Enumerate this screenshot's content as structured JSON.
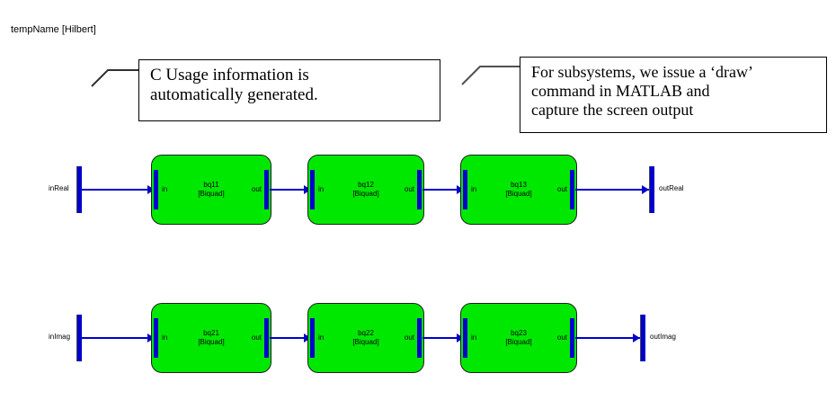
{
  "model": {
    "title": "tempName [Hilbert]"
  },
  "annotations": [
    {
      "id": "c-usage",
      "lines": [
        "C Usage information is",
        "automatically generated."
      ]
    },
    {
      "id": "subsystems",
      "lines": [
        "For subsystems, we issue a ‘draw’",
        "command in MATLAB and",
        "capture the screen output"
      ]
    }
  ],
  "colors": {
    "block_fill": "#00e800",
    "block_border": "#202020",
    "signal": "#0000cc",
    "canvas": "#ffffff",
    "text": "#000000"
  },
  "diagram": {
    "rows": [
      {
        "id": "real-path",
        "input": {
          "label": "inReal"
        },
        "output": {
          "label": "outReal"
        },
        "blocks": [
          {
            "name": "bq11",
            "type": "[Biquad]",
            "in_port": "in",
            "out_port": "out"
          },
          {
            "name": "bq12",
            "type": "[Biquad]",
            "in_port": "in",
            "out_port": "out"
          },
          {
            "name": "bq13",
            "type": "[Biquad]",
            "in_port": "in",
            "out_port": "out"
          }
        ]
      },
      {
        "id": "imag-path",
        "input": {
          "label": "inImag"
        },
        "output": {
          "label": "outImag"
        },
        "blocks": [
          {
            "name": "bq21",
            "type": "[Biquad]",
            "in_port": "in",
            "out_port": "out"
          },
          {
            "name": "bq22",
            "type": "[Biquad]",
            "in_port": "in",
            "out_port": "out"
          },
          {
            "name": "bq23",
            "type": "[Biquad]",
            "in_port": "in",
            "out_port": "out"
          }
        ]
      }
    ]
  }
}
